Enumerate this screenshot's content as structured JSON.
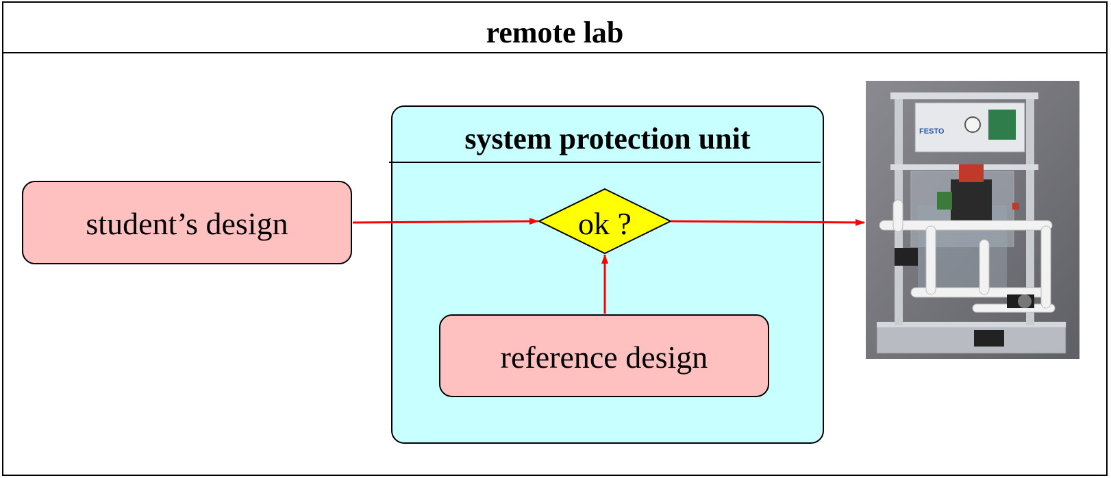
{
  "diagram": {
    "title": "remote lab",
    "protection_unit": {
      "title": "system protection unit",
      "decision_label": "ok ?"
    },
    "student_design": {
      "label": "student’s design"
    },
    "reference_design": {
      "label": "reference design"
    },
    "plant": {
      "brand_text": "FESTO"
    },
    "colors": {
      "frame": "#000000",
      "design_box_fill": "#ffc0c0",
      "protection_unit_fill": "#c8ffff",
      "decision_fill": "#ffff00",
      "arrow": "#ff0000",
      "photo_background": "#7a7a80"
    }
  }
}
